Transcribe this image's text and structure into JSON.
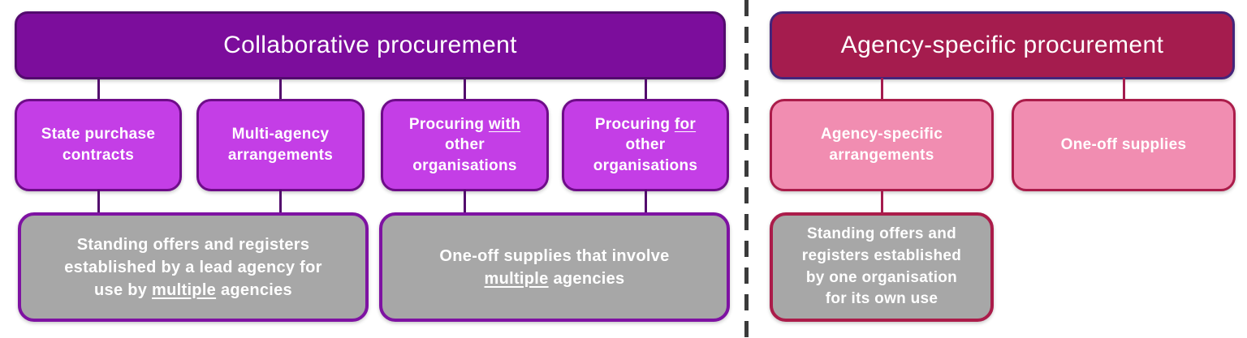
{
  "left_panel": {
    "title": "Collaborative procurement",
    "children": [
      {
        "name": "state-purchase-contracts",
        "segments": [
          {
            "t": "State purchase"
          },
          {
            "br": true
          },
          {
            "t": "contracts"
          }
        ]
      },
      {
        "name": "multi-agency-arrangements",
        "segments": [
          {
            "t": "Multi-agency"
          },
          {
            "br": true
          },
          {
            "t": "arrangements"
          }
        ]
      },
      {
        "name": "procuring-with-other-organisations",
        "segments": [
          {
            "t": "Procuring "
          },
          {
            "t": "with",
            "u": true
          },
          {
            "br": true
          },
          {
            "t": "other"
          },
          {
            "br": true
          },
          {
            "t": "organisations"
          }
        ]
      },
      {
        "name": "procuring-for-other-organisations",
        "segments": [
          {
            "t": "Procuring "
          },
          {
            "t": "for",
            "u": true
          },
          {
            "br": true
          },
          {
            "t": "other"
          },
          {
            "br": true
          },
          {
            "t": "organisations"
          }
        ]
      }
    ],
    "notes": [
      {
        "name": "standing-offers-lead-agency",
        "segments": [
          {
            "t": "Standing offers and registers"
          },
          {
            "br": true
          },
          {
            "t": "established by a lead agency for"
          },
          {
            "br": true
          },
          {
            "t": "use by "
          },
          {
            "t": "multiple",
            "u": true
          },
          {
            "t": " agencies"
          }
        ]
      },
      {
        "name": "one-off-supplies-multiple-agencies",
        "segments": [
          {
            "t": "One-off supplies that involve"
          },
          {
            "br": true
          },
          {
            "t": "multiple",
            "u": true
          },
          {
            "t": " agencies"
          }
        ]
      }
    ]
  },
  "right_panel": {
    "title": "Agency-specific procurement",
    "children": [
      {
        "name": "agency-specific-arrangements",
        "segments": [
          {
            "t": "Agency-specific"
          },
          {
            "br": true
          },
          {
            "t": "arrangements"
          }
        ]
      },
      {
        "name": "one-off-supplies",
        "segments": [
          {
            "t": "One-off supplies"
          }
        ]
      }
    ],
    "notes": [
      {
        "name": "standing-offers-one-organisation",
        "segments": [
          {
            "t": "Standing offers and"
          },
          {
            "br": true
          },
          {
            "t": "registers established"
          },
          {
            "br": true
          },
          {
            "t": "by one organisation"
          },
          {
            "br": true
          },
          {
            "t": "for its own use"
          }
        ]
      }
    ]
  },
  "colors": {
    "collab_header_fill": "#7c0d9c",
    "collab_header_border": "#530a6e",
    "collab_child_fill": "#c43ee6",
    "collab_child_border": "#6e0c89",
    "collab_note_border": "#7e12a2",
    "collab_connector": "#530b6d",
    "agency_header_fill": "#a51c4e",
    "agency_header_border": "#44257b",
    "agency_child_fill": "#f18db1",
    "agency_child_border": "#ab1c4a",
    "agency_connector": "#a51c4e",
    "note_fill": "#a7a7a7",
    "divider": "#3b3b3b",
    "text": "#ffffff"
  }
}
